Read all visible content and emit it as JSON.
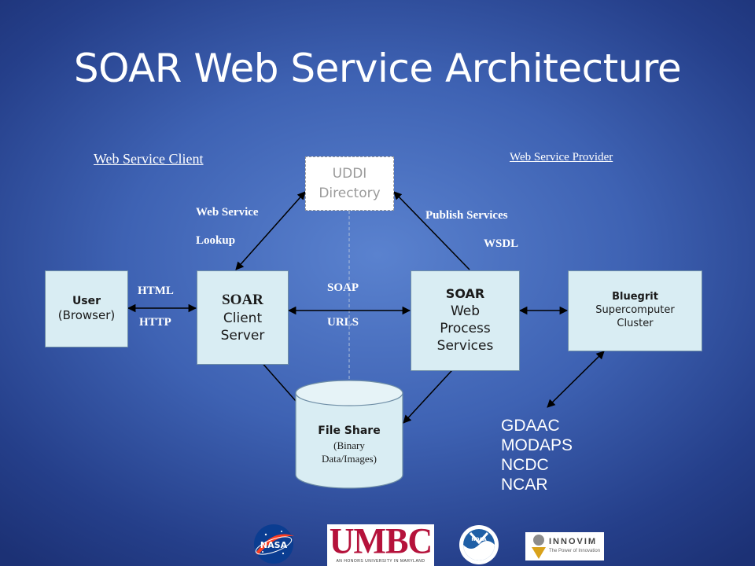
{
  "title": "SOAR Web Service Architecture",
  "headings": {
    "client": "Web Service Client",
    "provider": "Web Service Provider"
  },
  "uddi": {
    "line1": "UDDI",
    "line2": "Directory"
  },
  "user": {
    "line1": "User",
    "line2": "(Browser)"
  },
  "client_server": {
    "line1": "SOAR",
    "line2": "Client",
    "line3": "Server"
  },
  "process_services": {
    "line1": "SOAR",
    "line2": "Web",
    "line3": "Process",
    "line4": "Services"
  },
  "bluegrit": {
    "line1": "Bluegrit",
    "line2": "Supercomputer",
    "line3": "Cluster"
  },
  "file_share": {
    "line1": "File Share",
    "line2": "(Binary",
    "line3": "Data/Images)"
  },
  "labels": {
    "ws_lookup_1": "Web Service",
    "ws_lookup_2": "Lookup",
    "publish": "Publish Services",
    "wsdl": "WSDL",
    "html": "HTML",
    "http": "HTTP",
    "soap": "SOAP",
    "urls": "URLS"
  },
  "data_centers": [
    "GDAAC",
    "MODAPS",
    "NCDC",
    "NCAR"
  ],
  "logos": {
    "nasa": "NASA",
    "umbc": "UMBC",
    "umbc_tagline": "AN HONORS UNIVERSITY IN MARYLAND",
    "noaa": "NOAA",
    "innovim": "INNOVIM",
    "innovim_tagline": "The Power of Innovation"
  },
  "colors": {
    "box_fill": "#d9edf3",
    "arrow": "#000000",
    "text_light": "#ffffff"
  }
}
